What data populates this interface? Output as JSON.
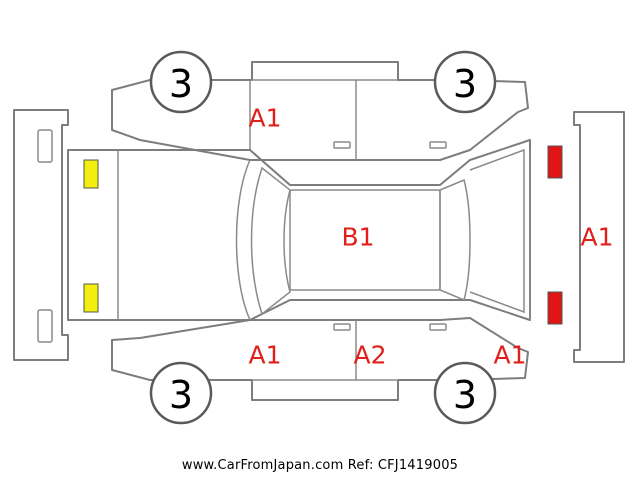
{
  "colors": {
    "code_text": "#e0201a",
    "front_lamp_fill": "#f2ef0c",
    "rear_lamp_fill": "#e01515",
    "outline": "#7d7d7d"
  },
  "tyre_markers": [
    {
      "id": "front-left",
      "value": "3"
    },
    {
      "id": "rear-left",
      "value": "3"
    },
    {
      "id": "front-right",
      "value": "3"
    },
    {
      "id": "rear-right",
      "value": "3"
    }
  ],
  "damage_codes": [
    {
      "id": "roof-left-door",
      "code": "A1"
    },
    {
      "id": "roof",
      "code": "B1"
    },
    {
      "id": "rear-bumper",
      "code": "A1"
    },
    {
      "id": "front-right-fender",
      "code": "A1"
    },
    {
      "id": "right-rear-door",
      "code": "A2"
    },
    {
      "id": "rear-right-quarter",
      "code": "A1"
    }
  ],
  "lamps": {
    "front": [
      "front-lamp-top",
      "front-lamp-bottom"
    ],
    "rear": [
      "rear-lamp-top",
      "rear-lamp-bottom"
    ]
  },
  "footer": "www.CarFromJapan.com Ref: CFJ1419005"
}
